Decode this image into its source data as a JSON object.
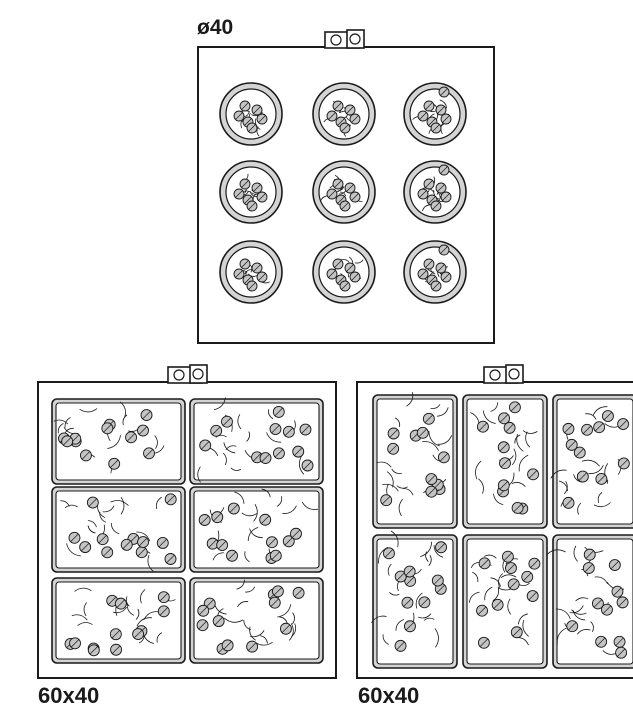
{
  "captions": {
    "round_tray": "ø40",
    "rect_tray_left": "60x40",
    "rect_tray_right": "60x40"
  },
  "colors": {
    "line": "#1a1a1a",
    "tray_rim": "#d4d4d4",
    "topping": "#c4c4c4",
    "background": "#ffffff"
  },
  "icons": {
    "handle": "door-handle-icon",
    "pizza": "pizza-icon",
    "focaccia": "rectangular-pizza-icon"
  },
  "trays": [
    {
      "id": "round",
      "items": 9,
      "grid": "3x3",
      "shape": "round"
    },
    {
      "id": "rect-landscape",
      "items": 6,
      "grid": "2x3",
      "shape": "rectangle"
    },
    {
      "id": "rect-portrait",
      "items": 6,
      "grid": "3x2",
      "shape": "rectangle"
    }
  ]
}
